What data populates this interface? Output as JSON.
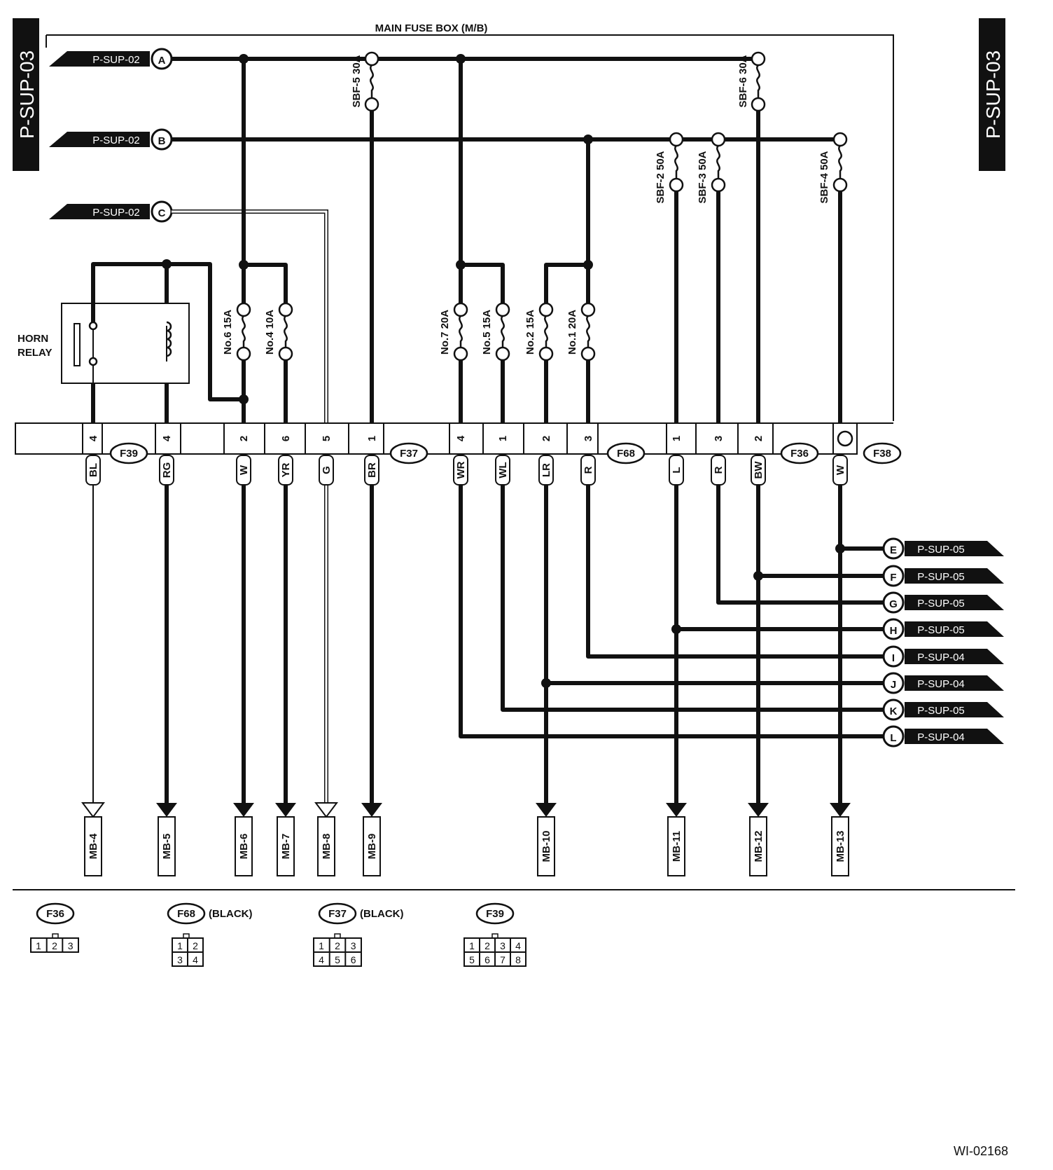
{
  "page": {
    "side_tab": "P-SUP-03",
    "figure_id": "WI-02168"
  },
  "fuse_box": {
    "title": "MAIN FUSE BOX (M/B)"
  },
  "relay": {
    "line1": "HORN",
    "line2": "RELAY"
  },
  "inputs": [
    {
      "letter": "A",
      "ref": "P-SUP-02"
    },
    {
      "letter": "B",
      "ref": "P-SUP-02"
    },
    {
      "letter": "C",
      "ref": "P-SUP-02"
    }
  ],
  "fuses": [
    "SBF-5 30A",
    "SBF-6 30A",
    "SBF-2 50A",
    "SBF-3 50A",
    "SBF-4 50A",
    "No.6 15A",
    "No.4 10A",
    "No.7 20A",
    "No.5 15A",
    "No.2 15A",
    "No.1 20A"
  ],
  "connectors": [
    {
      "id": "F39",
      "pins": [
        "4"
      ]
    },
    {
      "id": "F37",
      "pins": [
        "4",
        "2",
        "6",
        "5",
        "1"
      ]
    },
    {
      "id": "F68",
      "pins": [
        "4",
        "1",
        "2",
        "3"
      ]
    },
    {
      "id": "F36",
      "pins": [
        "1",
        "3",
        "2"
      ]
    },
    {
      "id": "F38",
      "pins": []
    }
  ],
  "wire_colors": [
    "BL",
    "RG",
    "W",
    "YR",
    "G",
    "BR",
    "WR",
    "WL",
    "LR",
    "R",
    "L",
    "R",
    "BW",
    "W"
  ],
  "outputs": [
    "MB-4",
    "MB-5",
    "MB-6",
    "MB-7",
    "MB-8",
    "MB-9",
    "MB-10",
    "MB-11",
    "MB-12",
    "MB-13"
  ],
  "right_refs": [
    {
      "letter": "E",
      "ref": "P-SUP-05"
    },
    {
      "letter": "F",
      "ref": "P-SUP-05"
    },
    {
      "letter": "G",
      "ref": "P-SUP-05"
    },
    {
      "letter": "H",
      "ref": "P-SUP-05"
    },
    {
      "letter": "I",
      "ref": "P-SUP-04"
    },
    {
      "letter": "J",
      "ref": "P-SUP-04"
    },
    {
      "letter": "K",
      "ref": "P-SUP-05"
    },
    {
      "letter": "L",
      "ref": "P-SUP-04"
    }
  ],
  "legend": [
    {
      "id": "F36",
      "note": "",
      "rows": [
        [
          "1",
          "2",
          "3"
        ]
      ]
    },
    {
      "id": "F68",
      "note": "(BLACK)",
      "rows": [
        [
          "1",
          "2"
        ],
        [
          "3",
          "4"
        ]
      ]
    },
    {
      "id": "F37",
      "note": "(BLACK)",
      "rows": [
        [
          "1",
          "2",
          "3"
        ],
        [
          "4",
          "5",
          "6"
        ]
      ]
    },
    {
      "id": "F39",
      "note": "",
      "rows": [
        [
          "1",
          "2",
          "3",
          "4"
        ],
        [
          "5",
          "6",
          "7",
          "8"
        ]
      ]
    }
  ]
}
